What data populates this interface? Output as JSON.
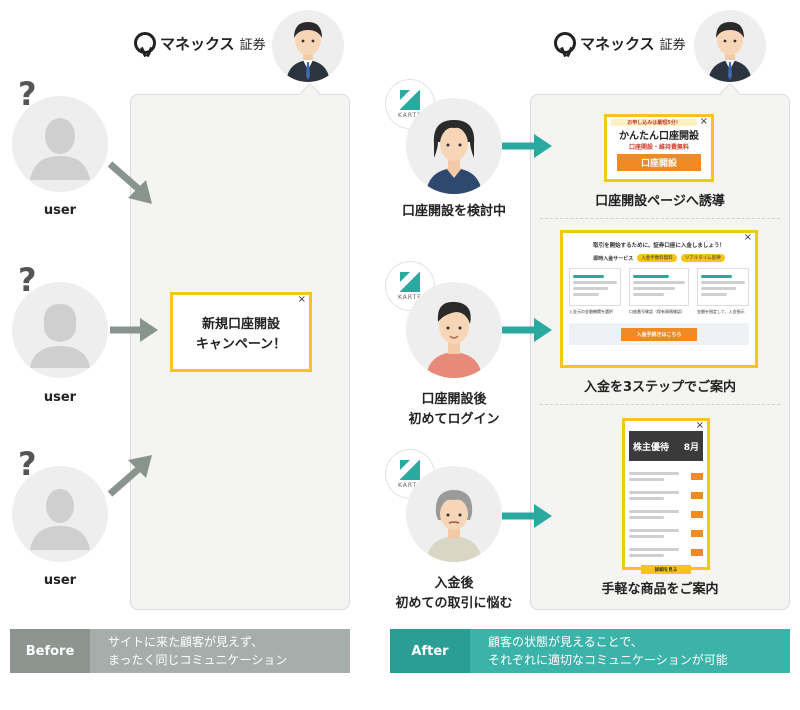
{
  "brand": {
    "name": "マネックス",
    "sub": "証券"
  },
  "before": {
    "users": [
      {
        "label": "user",
        "mark": "?"
      },
      {
        "label": "user",
        "mark": "?"
      },
      {
        "label": "user",
        "mark": "?"
      }
    ],
    "campaign_popup": {
      "line1": "新規口座開設",
      "line2": "キャンペーン！",
      "close": "×"
    },
    "footer": {
      "tag": "Before",
      "line1": "サイトに来た顧客が見えず、",
      "line2": "まったく同じコミュニケーション"
    }
  },
  "after": {
    "karte_label": "KARTE",
    "steps": [
      {
        "status_line1": "口座開設を検討中",
        "status_line2": "",
        "caption": "口座開設ページへ誘導"
      },
      {
        "status_line1": "口座開設後",
        "status_line2": "初めてログイン",
        "caption": "入金を3ステップでご案内"
      },
      {
        "status_line1": "入金後",
        "status_line2": "初めての取引に悩む",
        "caption": "手軽な商品をご案内"
      }
    ],
    "popup1": {
      "top": "お申し込みは最短5分！",
      "title": "かんたん口座開設",
      "sub": "口座開設・維持費無料",
      "button": "口座開設",
      "close": "×"
    },
    "popup2": {
      "title": "取引を開始するために、証券口座に入金しましょう！",
      "service_label": "即時入金サービス",
      "badge1": "入金手数料無料",
      "badge2": "リアルタイム反映",
      "steps": [
        "入金元の金融機関を選択",
        "口座番号確認（保有資格確認）",
        "金額を指定して、入金指示"
      ],
      "button": "入金手続きはこちら",
      "close": "×"
    },
    "popup3": {
      "top": "株主優待",
      "banner": "株主優待",
      "month": "8月",
      "button": "詳細を見る",
      "close": "×"
    },
    "footer": {
      "tag": "After",
      "line1": "顧客の状態が見えることで、",
      "line2": "それぞれに適切なコミュニケーションが可能"
    }
  },
  "colors": {
    "teal": "#2aa9a0",
    "gray_arrow": "#8a948f",
    "yellow": "#f5c518",
    "orange": "#f08a24",
    "before_footer_tag": "#8e9490",
    "before_footer_text": "#a7adaa",
    "after_footer_tag": "#2a9d94",
    "after_footer_text": "#3cb3a9"
  }
}
